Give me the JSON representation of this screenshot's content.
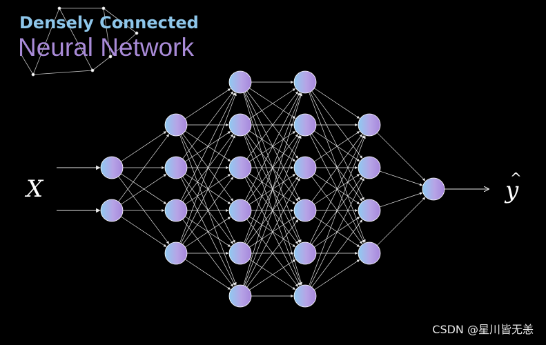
{
  "title": {
    "line1": "Densely Connected",
    "line2": "Neural Network"
  },
  "labels": {
    "input": "X",
    "output": "y",
    "output_hat": "^"
  },
  "watermark": "CSDN @星川皆无恙",
  "network": {
    "layer_sizes": [
      2,
      4,
      6,
      6,
      4,
      1
    ],
    "input_arrows": 2,
    "output_arrows": 1,
    "node_gradient": [
      "#8fc9f0",
      "#b6a4e6",
      "#a687dc"
    ],
    "edge_color": "#e8e8e8"
  }
}
